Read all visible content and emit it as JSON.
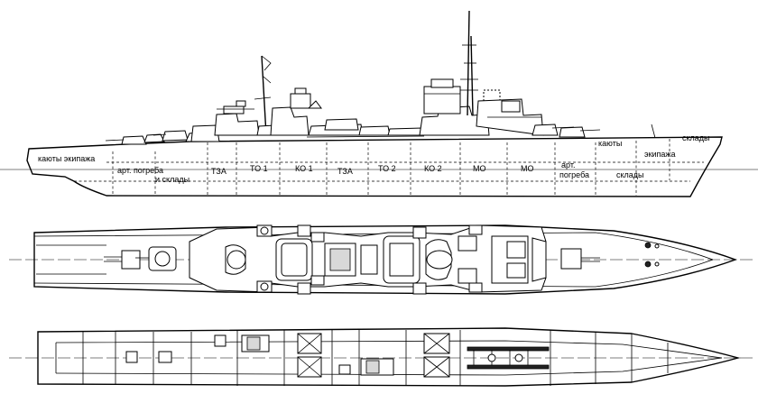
{
  "profile": {
    "labels": {
      "crew_quarters_aft": "каюты экипажа",
      "art_magazines": "арт. погреба",
      "and_stores": "и склады",
      "tza_1": "ТЗА",
      "to1": "ТО 1",
      "ko1": "КО 1",
      "tza_2": "ТЗА",
      "to2": "ТО 2",
      "ko2": "КО 2",
      "mo1": "МО",
      "mo2": "МО",
      "art": "арт.",
      "magazines": "погреба",
      "quarters_fwd": "каюты",
      "crew_fwd": "экипажа",
      "stores_top": "склады",
      "stores_bottom": "склады"
    }
  }
}
